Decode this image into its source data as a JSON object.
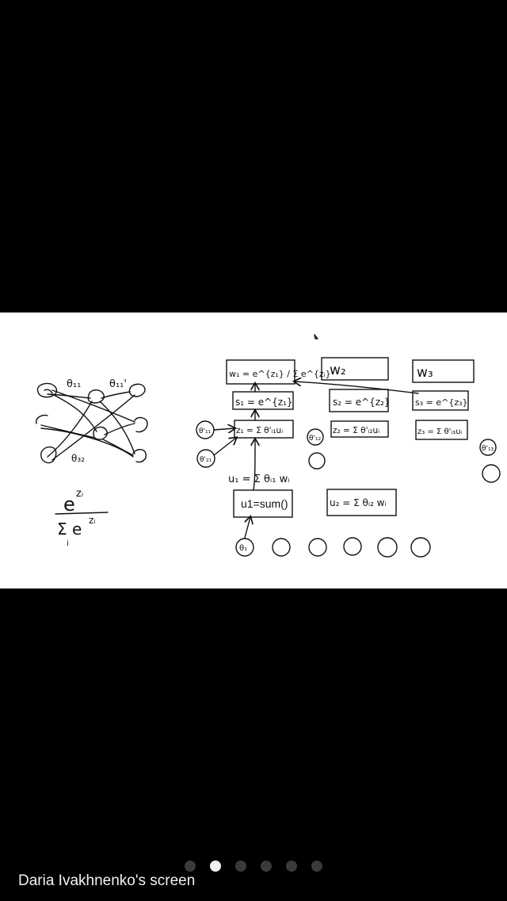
{
  "share": {
    "owner_label": "Daria Ivakhnenko's screen",
    "pages": {
      "count": 6,
      "active_index": 1
    }
  },
  "whiteboard": {
    "network_labels": {
      "theta_11": "θ₁₁",
      "theta_11_prime": "θ₁₁'",
      "theta_32": "θ₃₂"
    },
    "softmax": {
      "numerator": "e^{zᵢ}",
      "denominator": "Σ e^{zᵢ}",
      "index": "i"
    },
    "output_boxes": [
      "w₁ = e^{z₁} / Σ e^{zᵢ}",
      "w₂",
      "w₃"
    ],
    "exp_boxes": [
      "s₁ = e^{z₁}",
      "s₂ = e^{z₂}",
      "s₃ = e^{z₃}"
    ],
    "z_boxes": [
      "z₁ = Σ θ'ᵢ₁uᵢ",
      "z₂ = Σ θ'ᵢ₂uᵢ",
      "z₃ = Σ θ'ᵢ₃uᵢ"
    ],
    "theta_prime_nodes": [
      "θ'₁₁",
      "θ'₂₁",
      "θ'₁₂",
      "θ'₁₃"
    ],
    "u1_formula": "u₁ = Σ θᵢ₁ wᵢ",
    "u1_box": "u1=sum()",
    "u2_box": "u₂ = Σ θᵢ₂ wᵢ",
    "input_node_label": "θ₁"
  }
}
